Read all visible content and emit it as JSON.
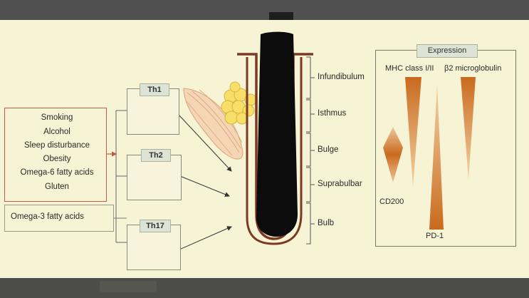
{
  "factors": [
    "Smoking",
    "Alcohol",
    "Sleep disturbance",
    "Obesity",
    "Omega-6 fatty acids",
    "Gluten"
  ],
  "protective_factor": "Omega-3 fatty acids",
  "cell_types": [
    "Th1",
    "Th2",
    "Th17"
  ],
  "hair_regions": [
    "Infundibulum",
    "Isthmus",
    "Bulge",
    "Suprabulbar",
    "Bulb"
  ],
  "expression": {
    "title": "Expression",
    "molecules": [
      "MHC class I/II",
      "β2 microglobulin",
      "CD200",
      "PD-1"
    ]
  },
  "colors": {
    "background": "#f7f3d5",
    "th1_cell": "#eb9a78",
    "th2_cell": "#d3e3d6",
    "th17_cell": "#f7e3a6",
    "nucleus": "#8fcf6a",
    "follicle_outline": "#7a3a24",
    "hair_shaft": "#0c0c0c",
    "expression_gradient": "#c96a1e",
    "factor_border": "#c25b49"
  }
}
